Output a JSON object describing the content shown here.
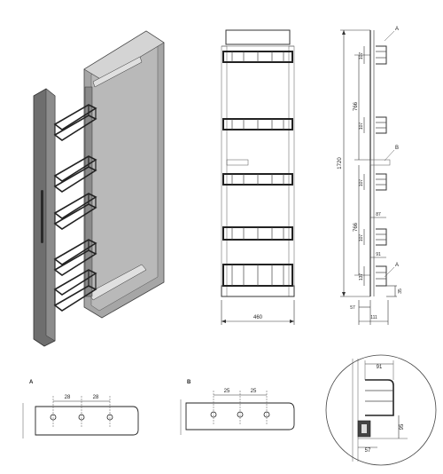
{
  "labels": {
    "detail_a": "A",
    "detail_b": "B"
  },
  "front_view": {
    "width": "460"
  },
  "side_view": {
    "height_total": "1720",
    "spacing_top": "107",
    "span_upper": "766",
    "spacing_upper_lower": "107",
    "gap_b_lower": "107",
    "span_lower": "766",
    "spacing_mid": "107",
    "spacing_low": "137",
    "bottom_offset": "35",
    "depth_57": "57",
    "depth_111": "111",
    "inner_87": "87",
    "inner_91": "91",
    "ref_a_top": "A",
    "ref_b": "B",
    "ref_a_bottom": "A"
  },
  "plate_a": {
    "dim1": "28",
    "dim2": "28"
  },
  "plate_b": {
    "dim1": "25",
    "dim2": "25"
  },
  "detail_circle": {
    "width": "91",
    "height": "95",
    "offset": "57"
  },
  "colors": {
    "cabinet_side": "#9a9a9a",
    "cabinet_face": "#c8c8c8",
    "door": "#6e6e6e",
    "basket": "#222222",
    "line": "#333333"
  }
}
